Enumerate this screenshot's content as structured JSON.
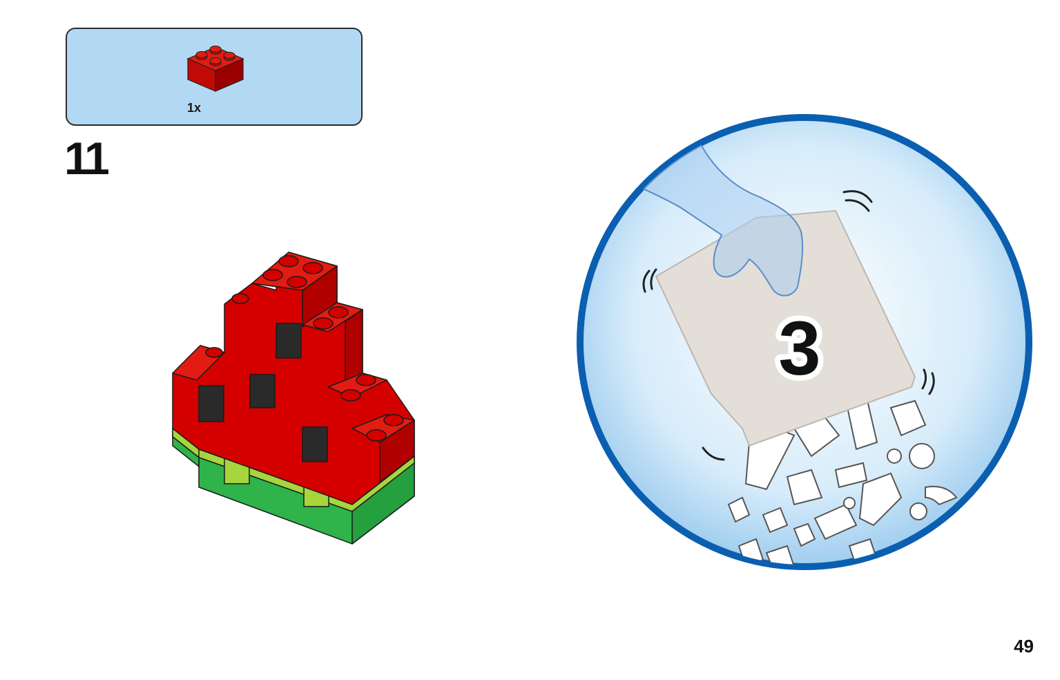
{
  "step": {
    "number": "11",
    "parts": [
      {
        "qty": "1x",
        "icon": "red-2x2-brick-icon",
        "color": "#d40000"
      }
    ]
  },
  "bag_callout": {
    "bag_number": "3"
  },
  "page": {
    "number": "49"
  },
  "colors": {
    "callout_bg": "#b3d8f3",
    "brick_red": "#d40000",
    "brick_green": "#2fb34a",
    "brick_lime": "#a6d53c",
    "brick_black": "#2a2a2a",
    "circle_border": "#0a5fb0"
  }
}
